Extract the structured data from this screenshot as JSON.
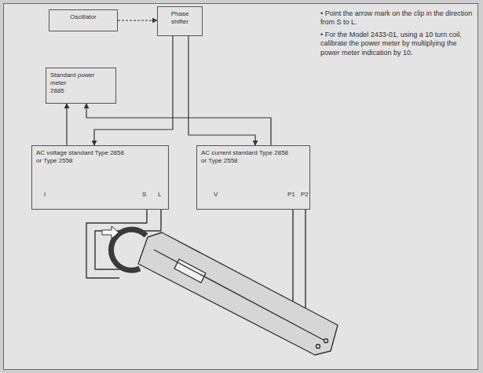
{
  "diagram": {
    "nodes": [
      {
        "text": [
          "Oscillator"
        ]
      },
      {
        "text": [
          "Phase shifter"
        ]
      },
      {
        "text": [
          "Standard power meter",
          "2885"
        ]
      },
      {
        "text": [
          "AC voltage standard Type 2858 or Type 2558"
        ]
      },
      {
        "text": [
          "AC current standard Type 2858 or Type 2558"
        ]
      }
    ],
    "edges": [
      {
        "from": 0,
        "to": 1,
        "arrow": "to"
      },
      {
        "from": 1,
        "to": 3,
        "arrow": "to"
      },
      {
        "from": 1,
        "to": 4,
        "arrow": "to"
      },
      {
        "from": 3,
        "to": 2,
        "arrow": "to"
      },
      {
        "from": 4,
        "to": 2,
        "arrow": "to"
      }
    ],
    "labels": [
      "• Point the arrow mark on the clip in the direction from S to L.",
      "• For the Model 2433-01, using a 10 turn coil, calibrate the power meter by multiplying the power meter indication by 10.",
      "I",
      "S",
      "L",
      "V",
      "P1",
      "P2"
    ]
  }
}
